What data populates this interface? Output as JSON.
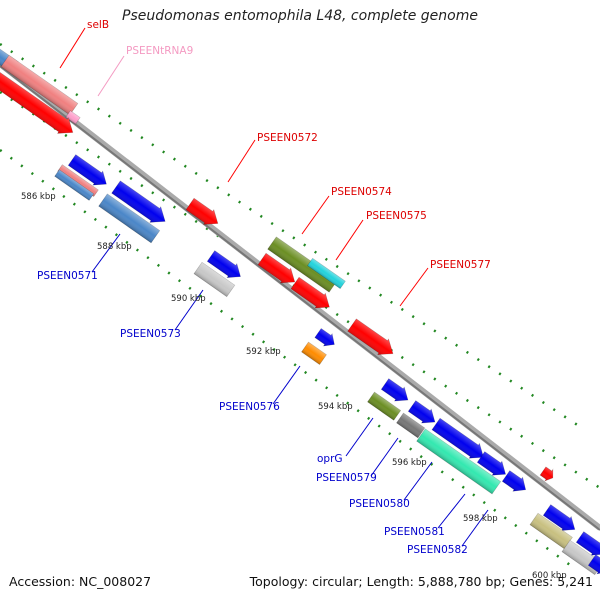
{
  "title": "Pseudomonas entomophila L48, complete genome",
  "accession": "Accession: NC_008027",
  "topology": "Topology: circular; Length: 5,888,780 bp; Genes: 5,241",
  "colors": {
    "red": "#ff0000",
    "salmon": "#f08080",
    "pink": "#ff9ecb",
    "steelblue": "#4a86c8",
    "blue": "#0000ee",
    "silver": "#c8c8c8",
    "olive": "#6b8e23",
    "cyan": "#22d3dc",
    "orange": "#ff8c00",
    "darkgray": "#777777",
    "aquamarine": "#33e8b0",
    "khaki": "#c8c080",
    "tick_green": "#228822",
    "backbone": "#888888"
  },
  "kbp_labels": [
    "586 kbp",
    "588 kbp",
    "590 kbp",
    "592 kbp",
    "594 kbp",
    "596 kbp",
    "598 kbp",
    "600 kbp"
  ],
  "gene_labels_top": [
    {
      "text": "selB",
      "color": "#dd0000"
    },
    {
      "text": "PSEENtRNA9",
      "color": "#f49ac2"
    },
    {
      "text": "PSEEN0572",
      "color": "#dd0000"
    },
    {
      "text": "PSEEN0574",
      "color": "#dd0000"
    },
    {
      "text": "PSEEN0575",
      "color": "#dd0000"
    },
    {
      "text": "PSEEN0577",
      "color": "#dd0000"
    }
  ],
  "gene_labels_bottom": [
    {
      "text": "PSEEN0571",
      "color": "#0000cc"
    },
    {
      "text": "PSEEN0573",
      "color": "#0000cc"
    },
    {
      "text": "PSEEN0576",
      "color": "#0000cc"
    },
    {
      "text": "oprG",
      "color": "#0000cc"
    },
    {
      "text": "PSEEN0579",
      "color": "#0000cc"
    },
    {
      "text": "PSEEN0580",
      "color": "#0000cc"
    },
    {
      "text": "PSEEN0581",
      "color": "#0000cc"
    },
    {
      "text": "PSEEN0582",
      "color": "#0000cc"
    }
  ]
}
